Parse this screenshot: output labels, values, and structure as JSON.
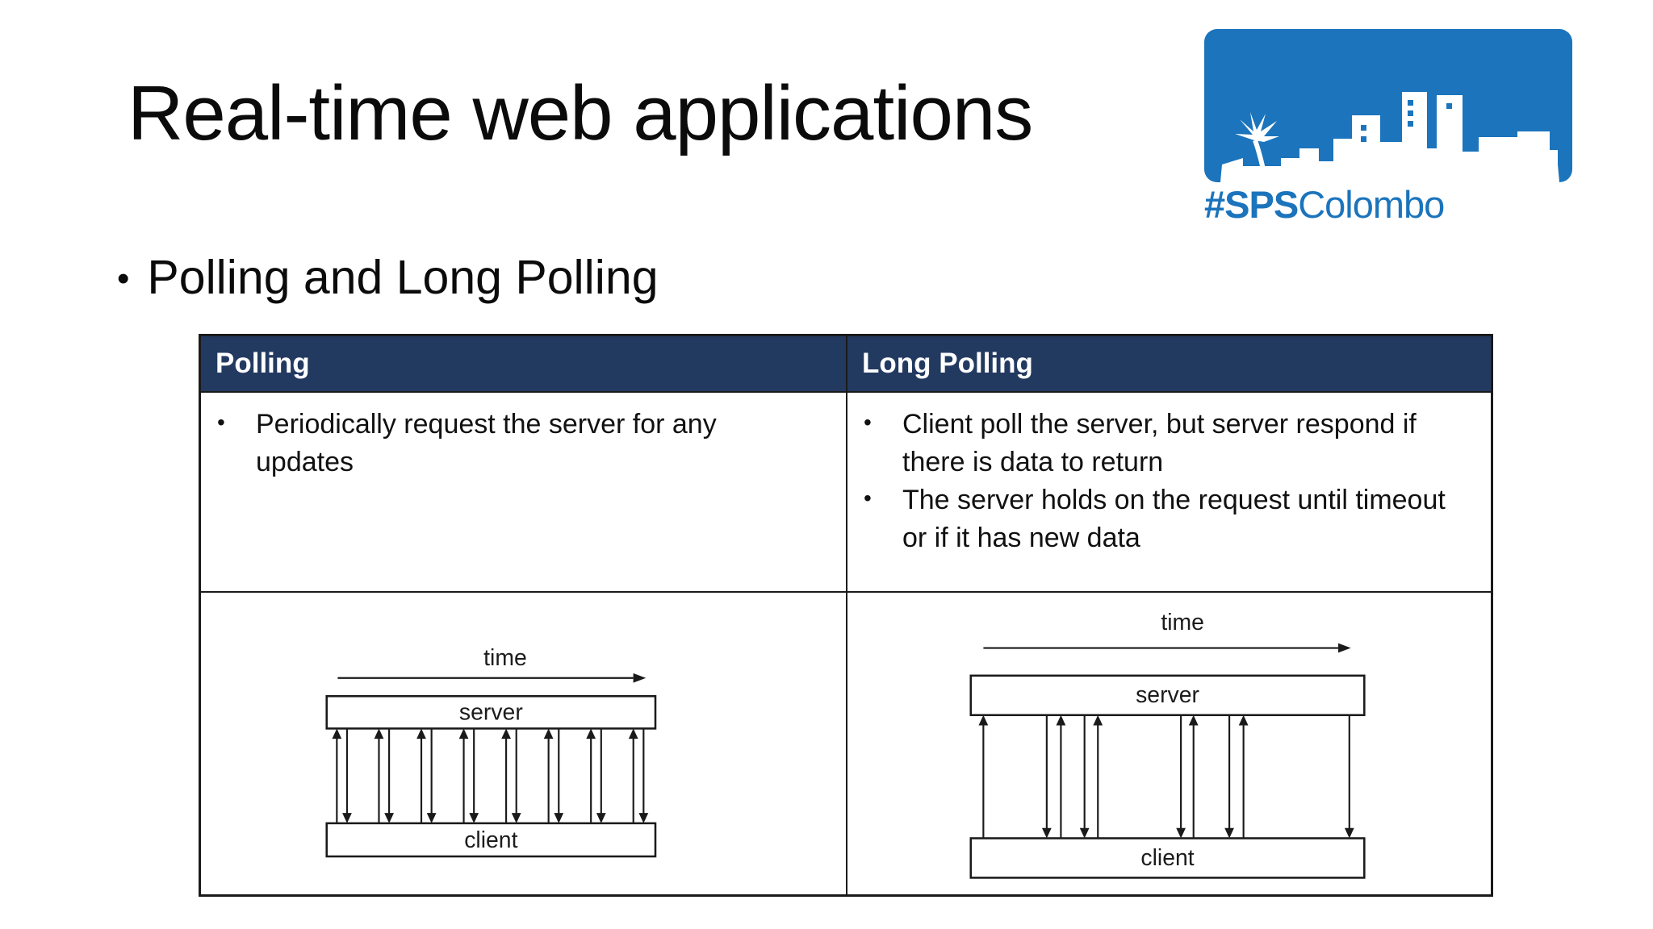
{
  "slide": {
    "title": "Real-time web applications",
    "bullet_glyph": "•",
    "bullet_text": "Polling and Long Polling"
  },
  "logo": {
    "tag_bold": "#SPS",
    "tag_rest": "Colombo",
    "brand_blue": "#1b74bc"
  },
  "colors": {
    "header_bg": "#233a60",
    "header_text": "#ffffff",
    "body_text": "#111111",
    "diagram_line": "#1a1a1a"
  },
  "table": {
    "columns": [
      {
        "header": "Polling",
        "bullets": [
          {
            "glyph": "•",
            "text": "Periodically request the server for any\nupdates"
          }
        ],
        "diagram": {
          "type": "client-server-sequence",
          "time_label": "time",
          "server_label": "server",
          "client_label": "client",
          "arrows": [
            {
              "x": 0.031,
              "dir": "up"
            },
            {
              "x": 0.062,
              "dir": "down"
            },
            {
              "x": 0.159,
              "dir": "up"
            },
            {
              "x": 0.19,
              "dir": "down"
            },
            {
              "x": 0.288,
              "dir": "up"
            },
            {
              "x": 0.319,
              "dir": "down"
            },
            {
              "x": 0.417,
              "dir": "up"
            },
            {
              "x": 0.448,
              "dir": "down"
            },
            {
              "x": 0.546,
              "dir": "up"
            },
            {
              "x": 0.577,
              "dir": "down"
            },
            {
              "x": 0.675,
              "dir": "up"
            },
            {
              "x": 0.706,
              "dir": "down"
            },
            {
              "x": 0.804,
              "dir": "up"
            },
            {
              "x": 0.835,
              "dir": "down"
            },
            {
              "x": 0.933,
              "dir": "up"
            },
            {
              "x": 0.964,
              "dir": "down"
            }
          ]
        }
      },
      {
        "header": "Long Polling",
        "bullets": [
          {
            "glyph": "•",
            "text": "Client poll the server, but server respond if\nthere is data to return"
          },
          {
            "glyph": "•",
            "text": "The server holds on the request until timeout\nor if it has new data"
          }
        ],
        "diagram": {
          "type": "client-server-sequence",
          "time_label": "time",
          "server_label": "server",
          "client_label": "client",
          "arrows": [
            {
              "x": 0.032,
              "dir": "up"
            },
            {
              "x": 0.193,
              "dir": "down"
            },
            {
              "x": 0.229,
              "dir": "up"
            },
            {
              "x": 0.289,
              "dir": "down"
            },
            {
              "x": 0.323,
              "dir": "up"
            },
            {
              "x": 0.534,
              "dir": "down"
            },
            {
              "x": 0.566,
              "dir": "up"
            },
            {
              "x": 0.657,
              "dir": "down"
            },
            {
              "x": 0.693,
              "dir": "up"
            },
            {
              "x": 0.962,
              "dir": "down"
            }
          ]
        }
      }
    ]
  }
}
